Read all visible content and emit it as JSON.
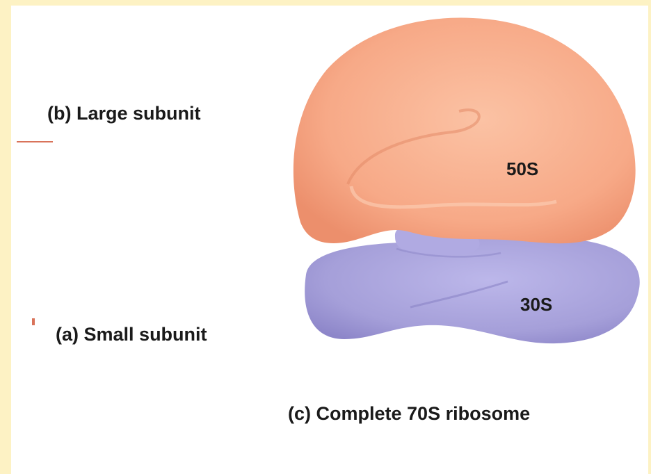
{
  "labels": {
    "large_subunit_tag": "(b)",
    "large_subunit_text": "Large subunit",
    "small_subunit_tag": "(a)",
    "small_subunit_text": "Small subunit",
    "complete_tag": "(c)",
    "complete_text": "Complete 70S ribosome",
    "large_unit_value": "50S",
    "small_unit_value": "30S"
  },
  "colors": {
    "background": "#fdf2c4",
    "panel": "#ffffff",
    "large_subunit_fill": "#f7a987",
    "small_subunit_fill": "#a59fd9"
  }
}
